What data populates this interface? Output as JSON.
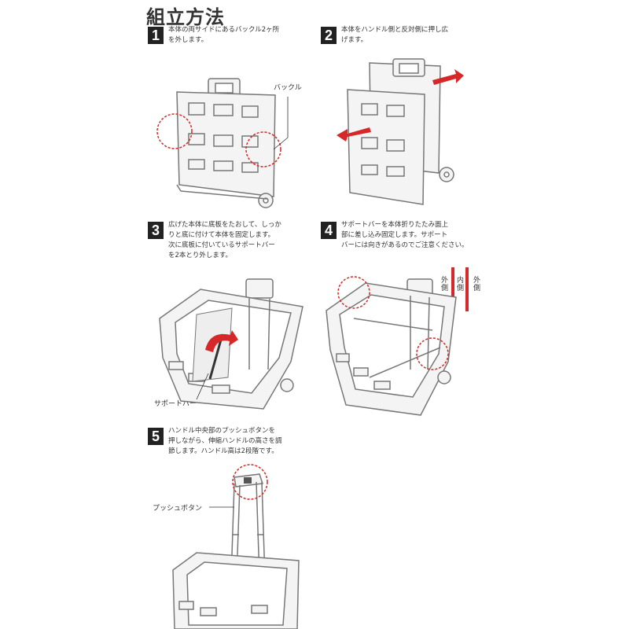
{
  "title": "組立方法",
  "colors": {
    "accent": "#d62828",
    "line": "#777777",
    "fill": "#f2f2f2"
  },
  "steps": [
    {
      "number": "1",
      "text_lines": [
        "本体の両サイドにあるバックル2ヶ所",
        "を外します。"
      ],
      "callout": "バックル"
    },
    {
      "number": "2",
      "text_lines": [
        "本体をハンドル側と反対側に押し広",
        "げます。"
      ]
    },
    {
      "number": "3",
      "text_lines": [
        "広げた本体に底板をたおして、しっか",
        "りと底に付けて本体を固定します。",
        "次に底板に付いているサポートバー",
        "を2本とり外します。"
      ],
      "callout": "サポートバー"
    },
    {
      "number": "4",
      "text_lines": [
        "サポートバーを本体折りたたみ面上",
        "部に差し込み固定します。サポート",
        "バーには向きがあるのでご注意ください。"
      ],
      "side_labels": [
        "外側",
        "内側",
        "外側"
      ]
    },
    {
      "number": "5",
      "text_lines": [
        "ハンドル中央部のプッシュボタンを",
        "押しながら、伸縮ハンドルの高さを調",
        "節します。ハンドル高は2段階です。"
      ],
      "callout": "プッシュボタン"
    }
  ]
}
